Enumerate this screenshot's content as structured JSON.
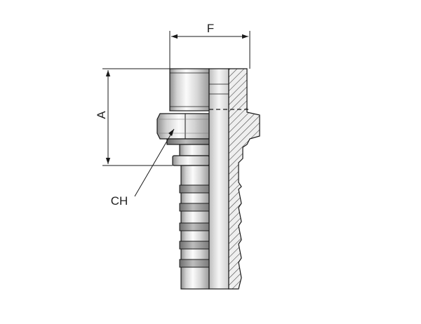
{
  "labels": {
    "width_dimension": "F",
    "height_dimension": "A",
    "hex_callout": "CH"
  },
  "colors": {
    "line": "#1a1a1a",
    "metal_light": "#f4f4f4",
    "metal_mid": "#c9c9c9",
    "metal_dark": "#8c8c8c",
    "section_fill": "#e9e9e9",
    "hatch": "#444444"
  }
}
